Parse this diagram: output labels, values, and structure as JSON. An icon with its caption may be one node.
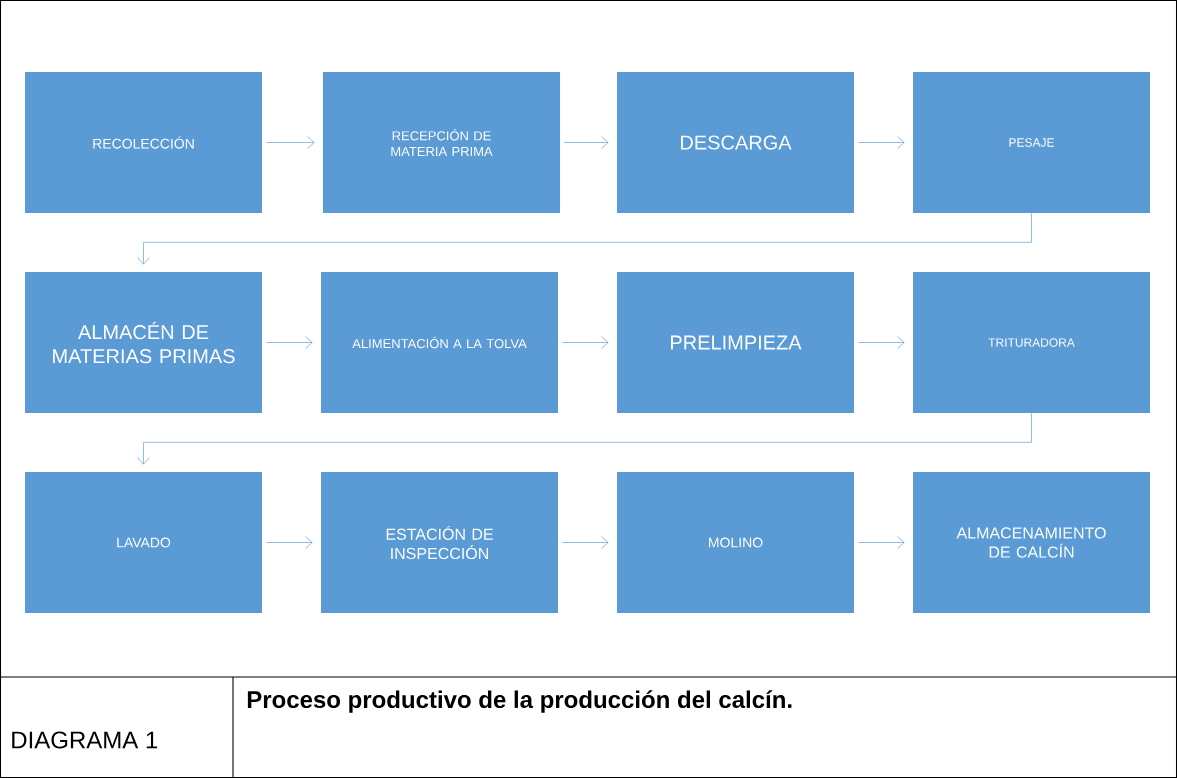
{
  "diagram": {
    "caption": "Proceso productivo de la producción del calcín.",
    "nodes": [
      {
        "text": [
          "RECOLECCIÓN"
        ]
      },
      {
        "text": [
          "RECEPCIÓN DE MATERIA PRIMA"
        ]
      },
      {
        "text": [
          "DESCARGA"
        ]
      },
      {
        "text": [
          "PESAJE"
        ]
      },
      {
        "text": [
          "ALMACÉN DE MATERIAS PRIMAS"
        ]
      },
      {
        "text": [
          "ALIMENTACIÓN A LA TOLVA"
        ]
      },
      {
        "text": [
          "PRELIMPIEZA"
        ]
      },
      {
        "text": [
          "TRITURADORA"
        ]
      },
      {
        "text": [
          "LAVADO"
        ]
      },
      {
        "text": [
          "ESTACIÓN DE INSPECCIÓN"
        ]
      },
      {
        "text": [
          "MOLINO"
        ]
      },
      {
        "text": [
          "ALMACENAMIENTO DE CALCÍN"
        ]
      }
    ],
    "edges": [
      {
        "from": 0,
        "to": 1,
        "arrow": "to"
      },
      {
        "from": 1,
        "to": 2,
        "arrow": "to"
      },
      {
        "from": 2,
        "to": 3,
        "arrow": "to"
      },
      {
        "from": 3,
        "to": 4,
        "arrow": "to"
      },
      {
        "from": 4,
        "to": 5,
        "arrow": "to"
      },
      {
        "from": 5,
        "to": 6,
        "arrow": "to"
      },
      {
        "from": 6,
        "to": 7,
        "arrow": "to"
      },
      {
        "from": 7,
        "to": 8,
        "arrow": "to"
      },
      {
        "from": 8,
        "to": 9,
        "arrow": "to"
      },
      {
        "from": 9,
        "to": 10,
        "arrow": "to"
      },
      {
        "from": 10,
        "to": 11,
        "arrow": "to"
      }
    ],
    "labels": [
      "DIAGRAMA 1"
    ]
  }
}
